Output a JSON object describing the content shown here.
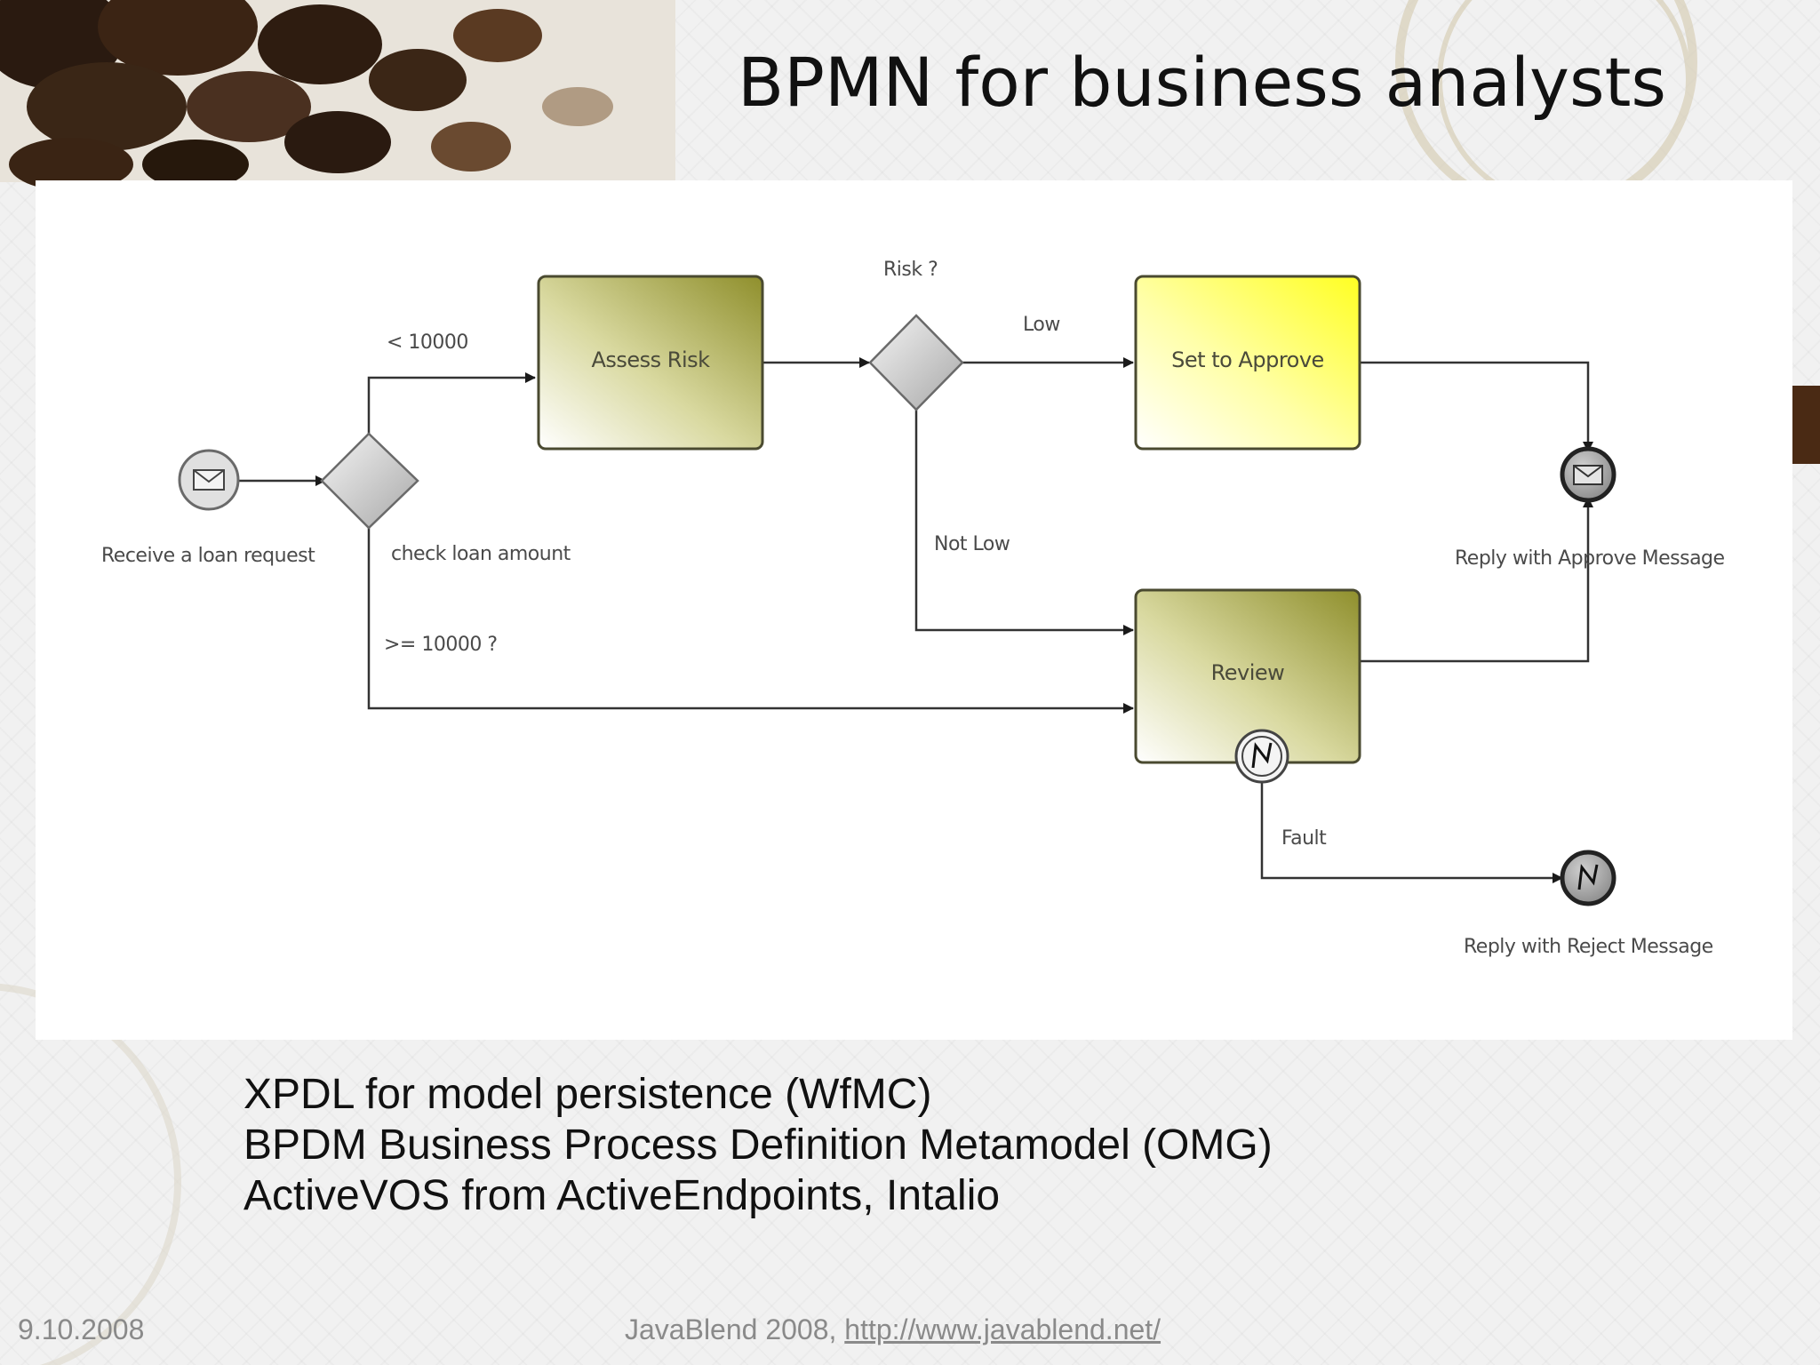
{
  "slide": {
    "title": "BPMN for business analysts",
    "bullets": [
      "XPDL for model persistence (WfMC)",
      "BPDM Business Process Definition Metamodel (OMG)",
      "ActiveVOS from ActiveEndpoints, Intalio"
    ],
    "footer": {
      "date": "9.10.2008",
      "event": "JavaBlend 2008, ",
      "url": "http://www.javablend.net/"
    }
  },
  "diagram": {
    "start_event": "Receive a loan request",
    "gateway_amount": "check loan amount",
    "gateway_risk": "Risk ?",
    "edge_lt": "< 10000",
    "edge_gte": ">= 10000 ?",
    "edge_low": "Low",
    "edge_not_low": "Not Low",
    "edge_fault": "Fault",
    "task_assess": "Assess Risk",
    "task_approve": "Set to Approve",
    "task_review": "Review",
    "end_approve": "Reply with Approve Message",
    "end_reject": "Reply with Reject Message"
  },
  "colors": {
    "task_olive": "#9a9a32",
    "task_yellow": "#ffff33",
    "side_tab": "#4a2a14"
  }
}
